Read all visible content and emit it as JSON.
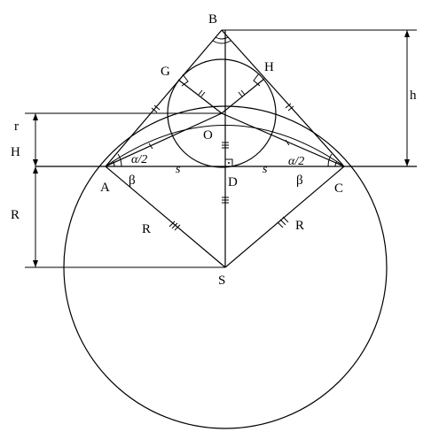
{
  "points": {
    "A": "A",
    "B": "B",
    "C": "C",
    "D": "D",
    "G": "G",
    "H": "H",
    "O": "O",
    "S": "S"
  },
  "labels": {
    "r": "r",
    "H": "H",
    "R": "R",
    "h": "h",
    "R_left_segment": "R",
    "R_right_segment": "R",
    "beta_left": "β",
    "beta_right": "β",
    "half_alpha_left": "α/2",
    "half_alpha_right": "α/2",
    "s_left": "s",
    "s_right": "s"
  }
}
